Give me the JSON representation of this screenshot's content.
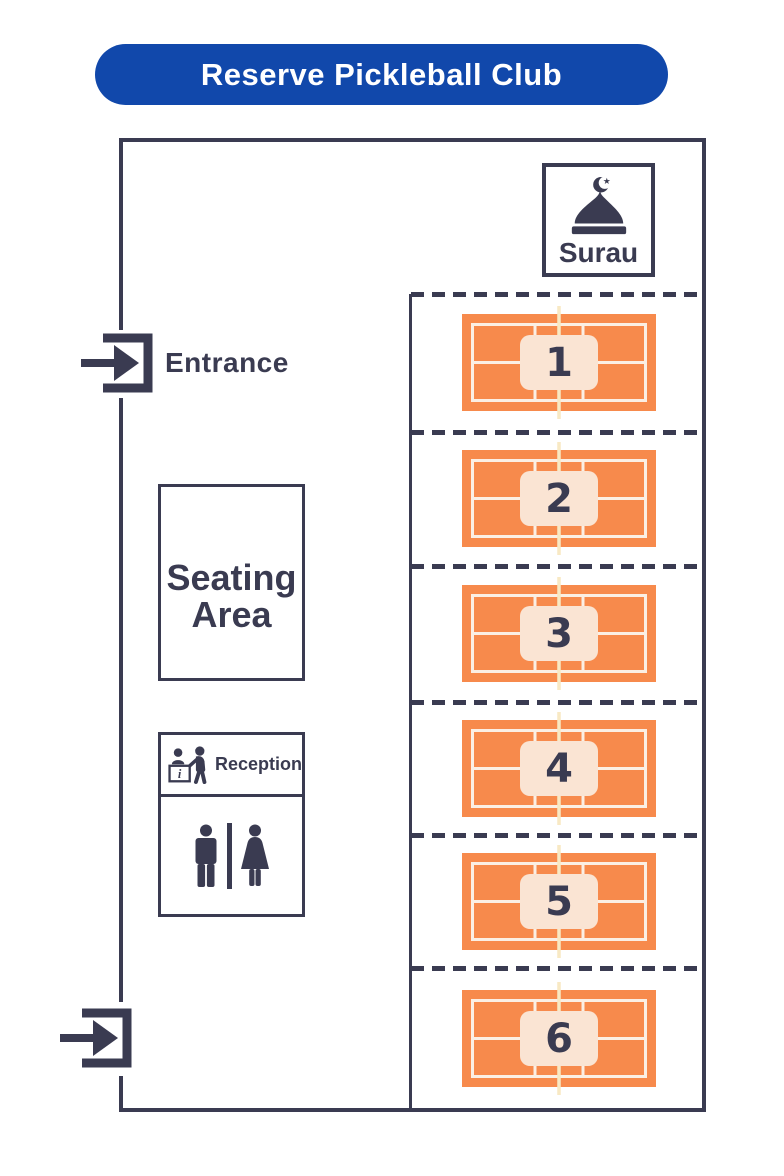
{
  "banner": {
    "title": "Reserve Pickleball Club"
  },
  "map": {
    "surau": {
      "label": "Surau",
      "icon": "mosque-dome-icon"
    },
    "entrance_top": {
      "label": "Entrance",
      "icon": "entrance-door-arrow-icon"
    },
    "entrance_bottom": {
      "icon": "entrance-door-arrow-icon"
    },
    "seating": {
      "line1": "Seating",
      "line2": "Area"
    },
    "reception": {
      "label": "Reception",
      "icon": "reception-desk-icon"
    },
    "restroom": {
      "icons": [
        "male-icon",
        "female-icon"
      ]
    },
    "courts": {
      "items": [
        {
          "number": "1"
        },
        {
          "number": "2"
        },
        {
          "number": "3"
        },
        {
          "number": "4"
        },
        {
          "number": "5"
        },
        {
          "number": "6"
        }
      ]
    }
  },
  "colors": {
    "banner_blue": "#1148AB",
    "navy": "#3A3B51",
    "court_orange": "#F78A4C",
    "court_line": "#FBEFE4",
    "net_line": "#F8E9C4",
    "court_label_bg": "#FAE4D3"
  }
}
